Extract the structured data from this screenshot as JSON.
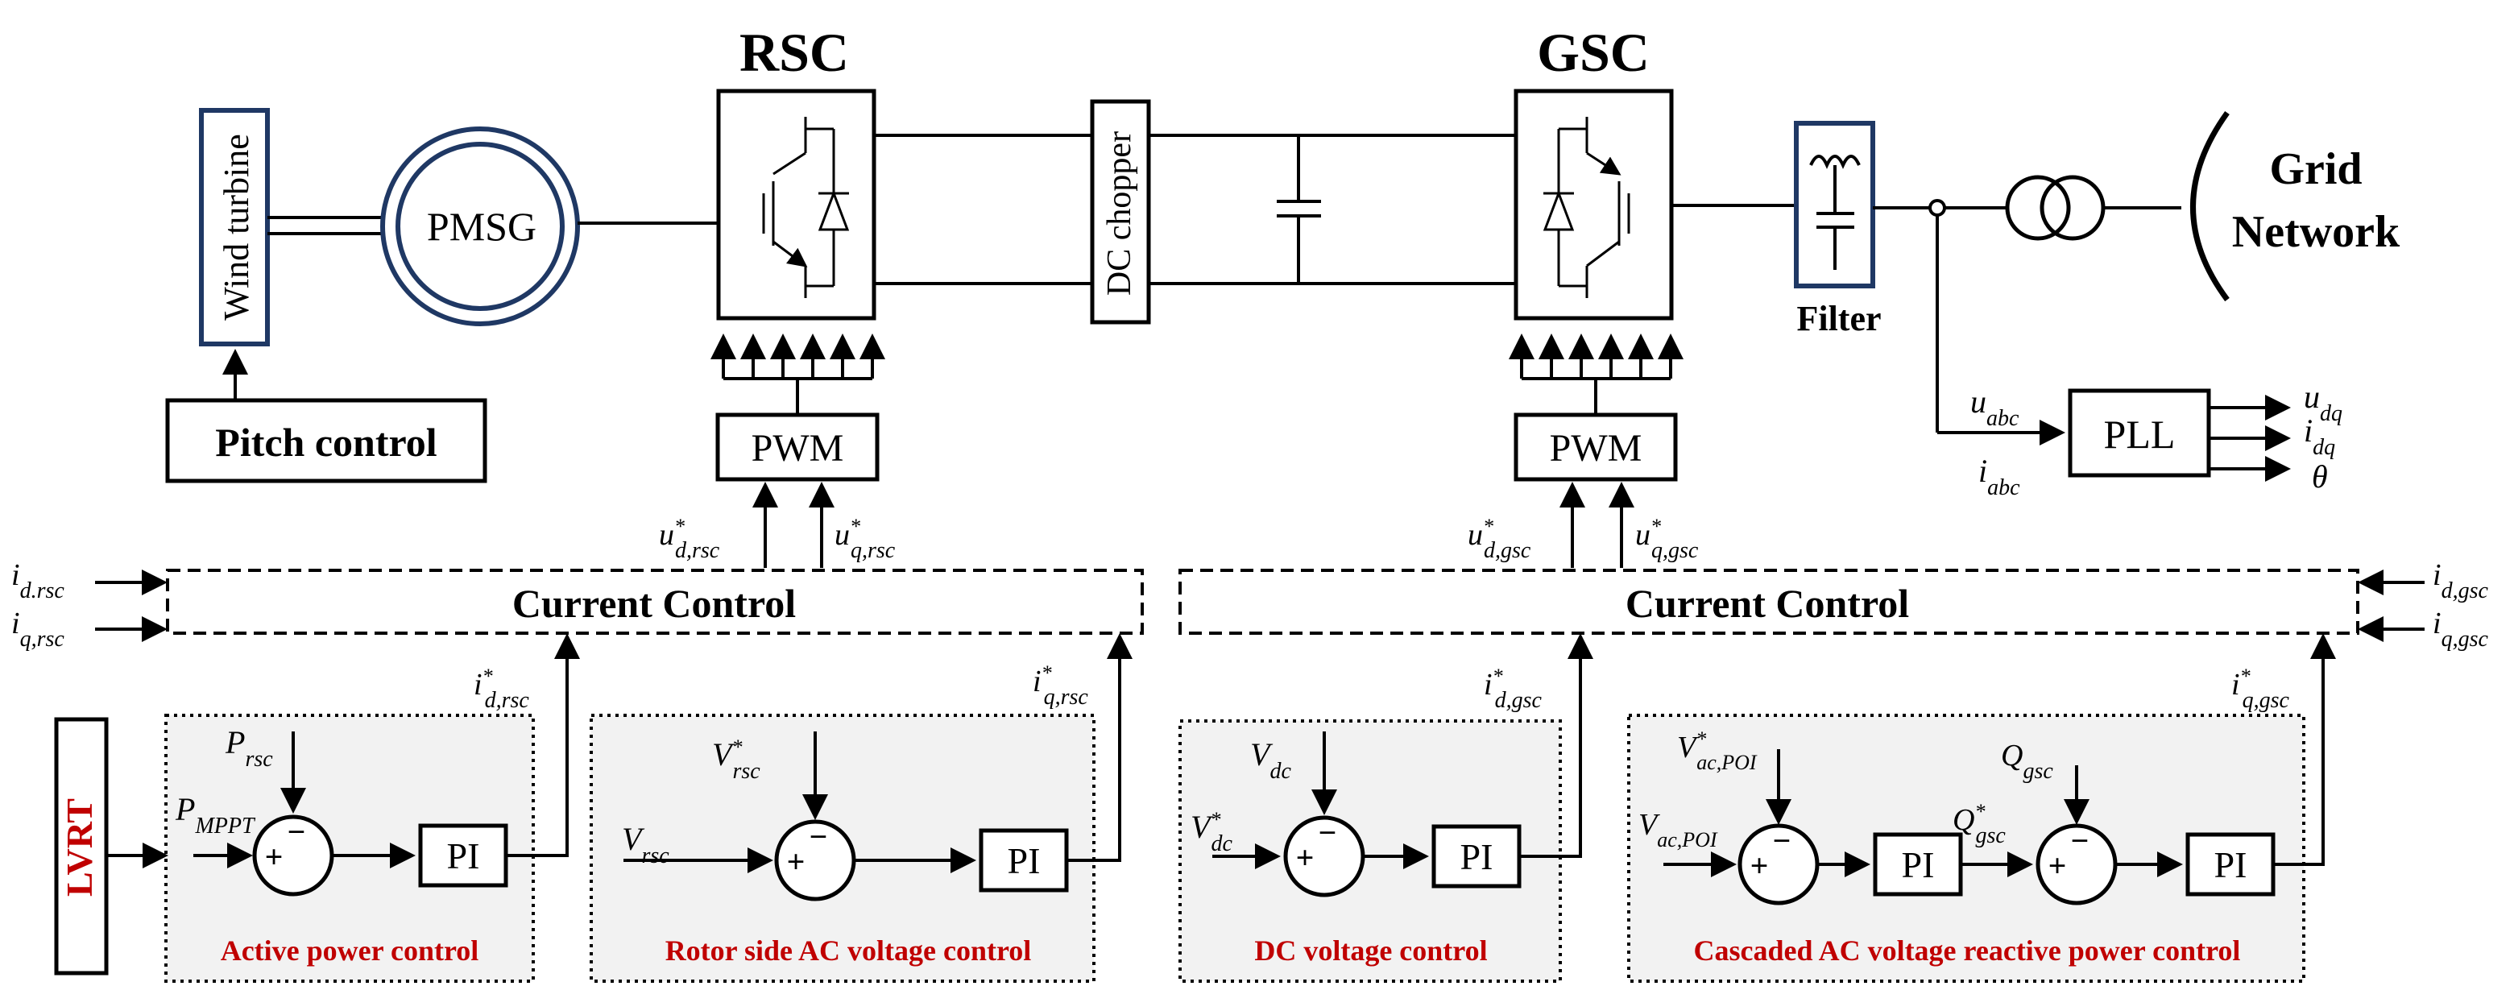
{
  "title_rsc": "RSC",
  "title_gsc": "GSC",
  "wind_turbine": "Wind turbine",
  "pmsg": "PMSG",
  "dc_chopper": "DC chopper",
  "filter": "Filter",
  "grid_1": "Grid",
  "grid_2": "Network",
  "pitch_control": "Pitch control",
  "pwm": "PWM",
  "pll": "PLL",
  "pi": "PI",
  "lvrt": "LVRT",
  "current_control": "Current Control",
  "plus": "+",
  "minus": "−",
  "blocks": {
    "active": "Active power control",
    "rotor": "Rotor side AC voltage control",
    "dc": "DC voltage control",
    "cascaded": "Cascaded AC voltage reactive power control"
  },
  "colors": {
    "navy": "#1f3864",
    "red": "#c00000",
    "panel": "#f2f2f2"
  },
  "icons": [
    "igbt-icon",
    "inductor-icon",
    "capacitor-icon",
    "transformer-icon",
    "arrow-icon"
  ]
}
